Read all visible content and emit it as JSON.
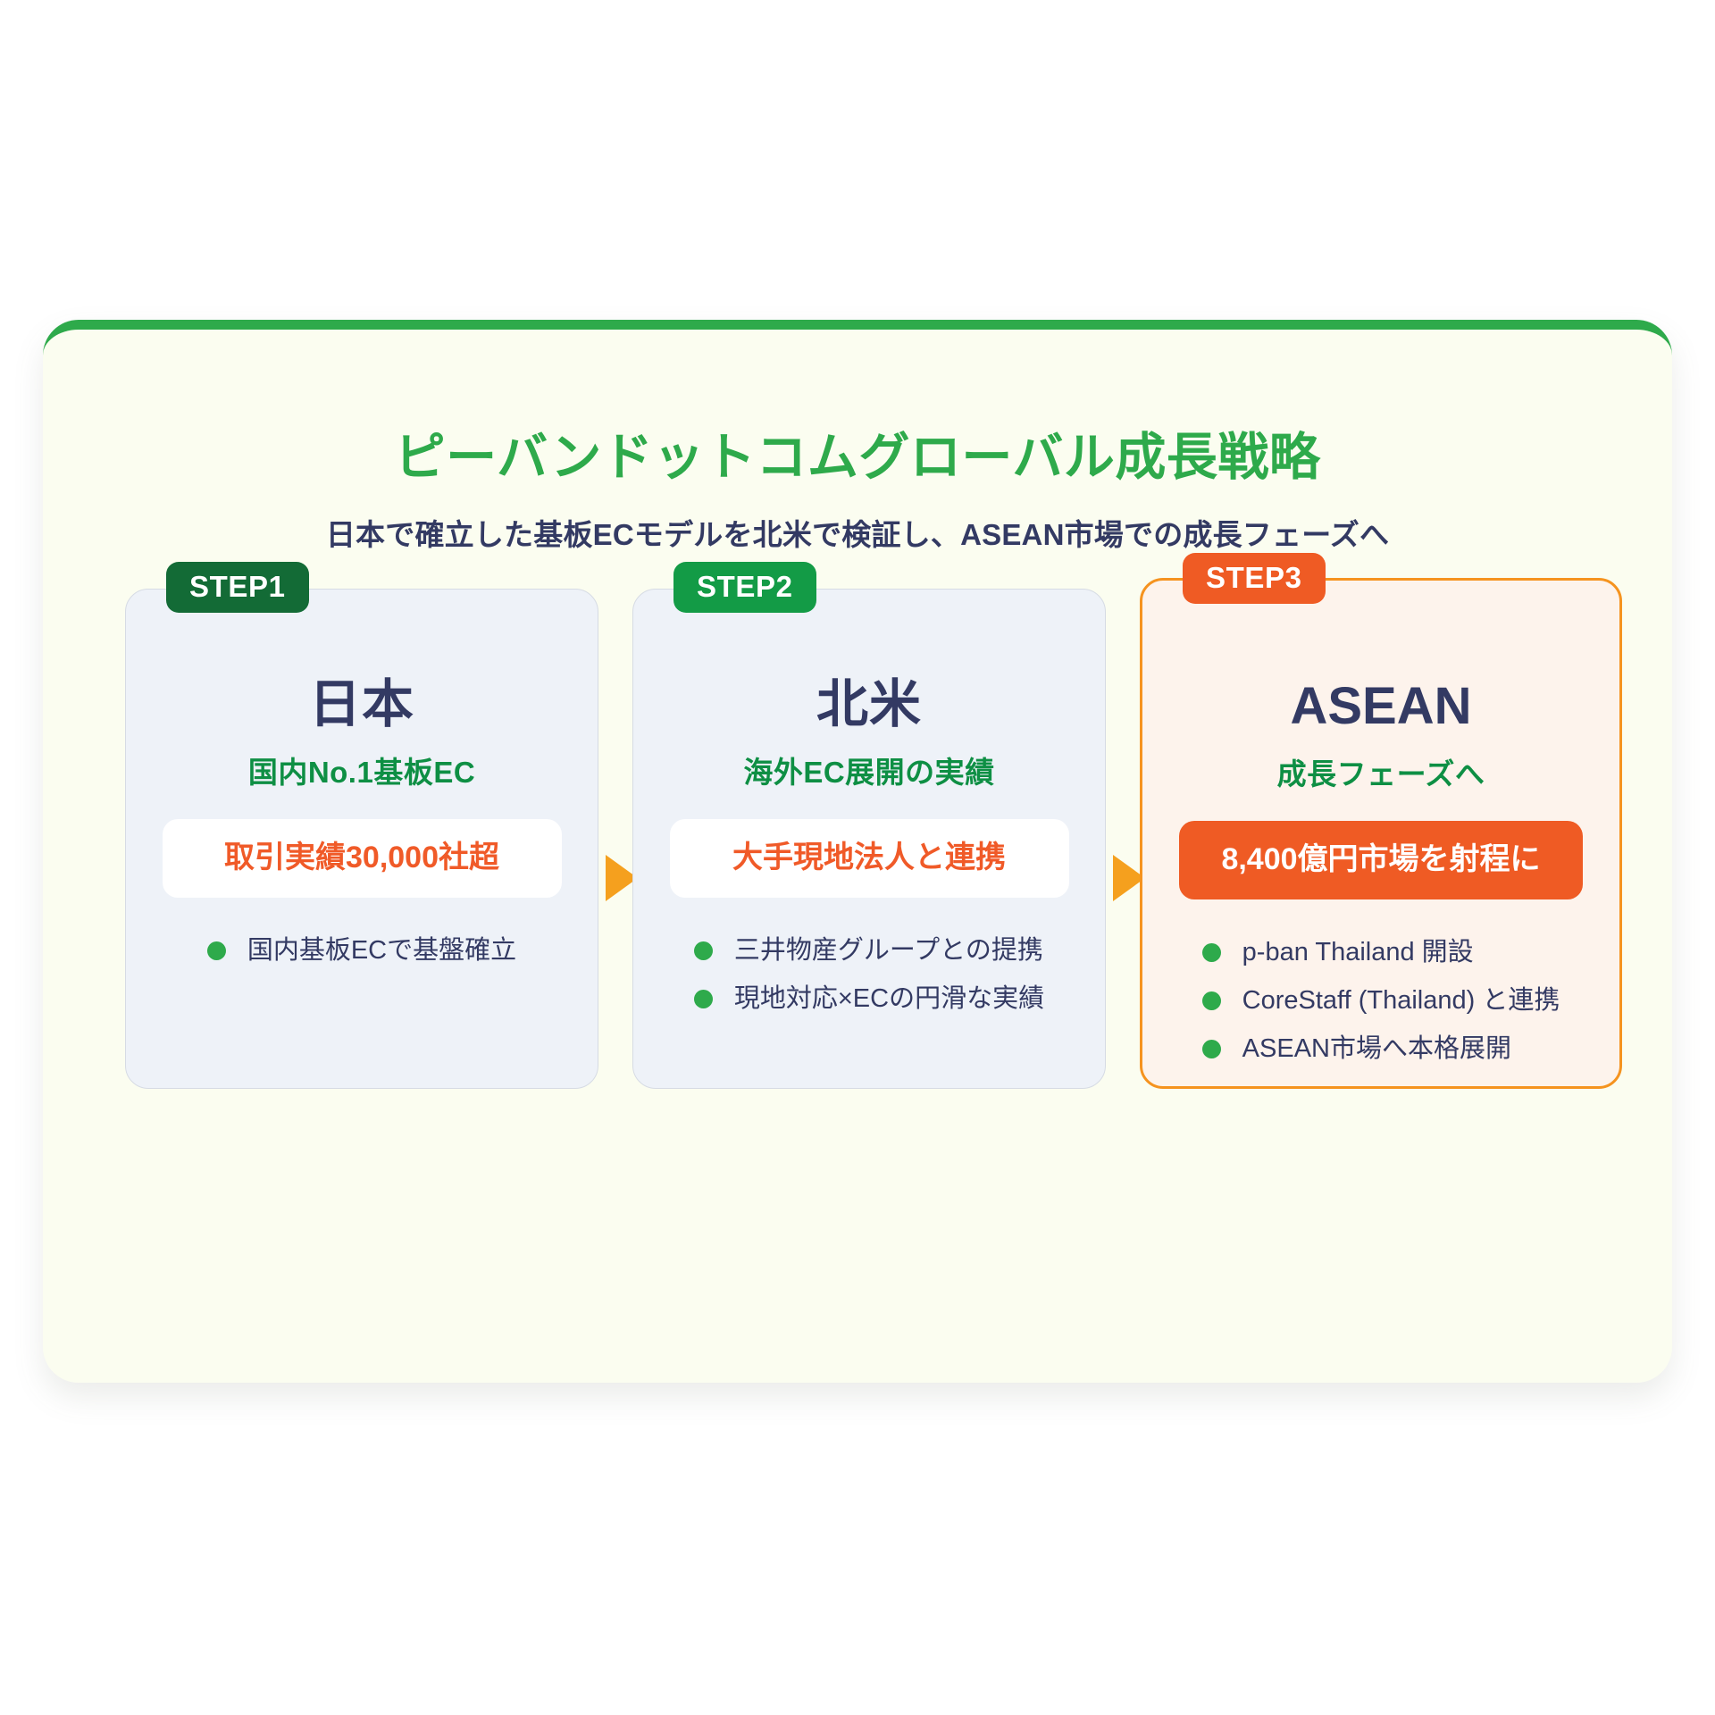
{
  "header": {
    "title": "ピーバンドットコムグローバル成長戦略",
    "subtitle": "日本で確立した基板ECモデルを北米で検証し、ASEAN市場での成長フェーズへ"
  },
  "colors": {
    "panel_bg": "#fbfdf0",
    "panel_top_border": "#2eaa4b",
    "title_green": "#2eaa4b",
    "subtitle_navy": "#333a63",
    "badge_step1": "#136b36",
    "badge_step2": "#139b46",
    "badge_step3": "#ef5b24",
    "card_blue_bg": "#eef2f8",
    "card_orange_bg": "#fdf3ec",
    "card_orange_border": "#f5931f",
    "accent_orange": "#ef5b24",
    "tagline_green": "#0e8f44",
    "bullet_dot_green": "#2eaa4b",
    "arrow_orange": "#f5a01e"
  },
  "steps": [
    {
      "badge": "STEP1",
      "badge_style": "dark-green",
      "region": "日本",
      "tagline": "国内No.1基板EC",
      "pill": "取引実績30,000社超",
      "pill_style": "white",
      "bullets": [
        "国内基板ECで基盤確立"
      ]
    },
    {
      "badge": "STEP2",
      "badge_style": "green",
      "region": "北米",
      "tagline": "海外EC展開の実績",
      "pill": "大手現地法人と連携",
      "pill_style": "white",
      "bullets": [
        "三井物産グループとの提携",
        "現地対応×ECの円滑な実績"
      ]
    },
    {
      "badge": "STEP3",
      "badge_style": "orange",
      "region": "ASEAN",
      "tagline": "成長フェーズへ",
      "pill": "8,400億円市場を射程に",
      "pill_style": "solid",
      "bullets": [
        "p-ban Thailand 開設",
        "CoreStaff (Thailand) と連携",
        "ASEAN市場へ本格展開"
      ]
    }
  ],
  "connectors": [
    {
      "name": "arrow-step1-to-step2"
    },
    {
      "name": "arrow-step2-to-step3"
    }
  ]
}
